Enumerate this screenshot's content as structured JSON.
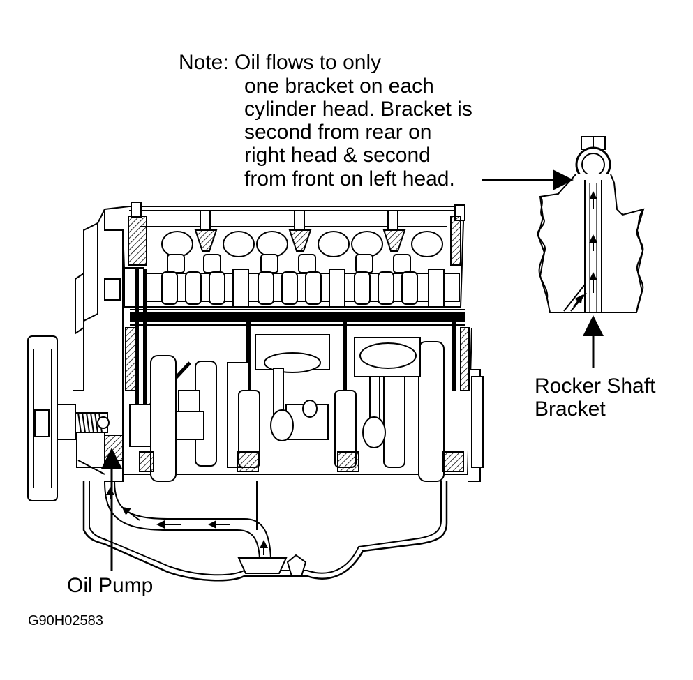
{
  "note": {
    "lines": [
      "Note: Oil flows to only",
      "one bracket on each",
      "cylinder head. Bracket is",
      "second from rear on",
      "right head & second",
      "from front on left head."
    ]
  },
  "labels": {
    "rocker_line1": "Rocker Shaft",
    "rocker_line2": "Bracket",
    "oil_pump": "Oil Pump"
  },
  "figure_id": "G90H02583",
  "colors": {
    "ink": "#000000",
    "paper": "#ffffff"
  }
}
